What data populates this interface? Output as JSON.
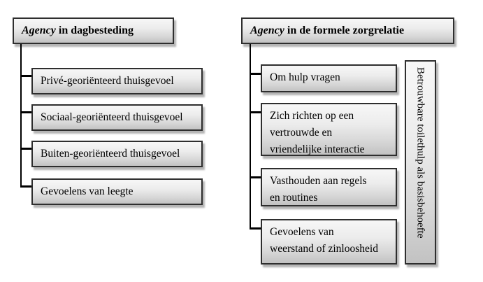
{
  "figure": {
    "left_tree": {
      "header": {
        "italic": "Agency",
        "rest": " in dagbesteding"
      },
      "items": [
        "Privé-georiënteerd thuisgevoel",
        "Sociaal-georiënteerd thuisgevoel",
        "Buiten-georiënteerd thuisgevoel",
        "Gevoelens van leegte"
      ]
    },
    "right_tree": {
      "header": {
        "italic": "Agency",
        "rest": " in de formele zorgrelatie"
      },
      "items": [
        "Om hulp vragen",
        "Zich richten op een\nvertrouwde en\nvriendelijke interactie",
        "Vasthouden aan regels\nen routines",
        "Gevoelens van\nweerstand of zinloosheid"
      ]
    },
    "side_label": "Betrouwbare toilethulp als basisbehoefte",
    "colors": {
      "box_fill_top": "#f7f7f7",
      "box_fill_bottom": "#c2c2c2",
      "box_border": "#2e2e2e",
      "connector": "#000000",
      "shadow": "#5a5a5a",
      "text": "#000000",
      "background": "#ffffff"
    }
  }
}
